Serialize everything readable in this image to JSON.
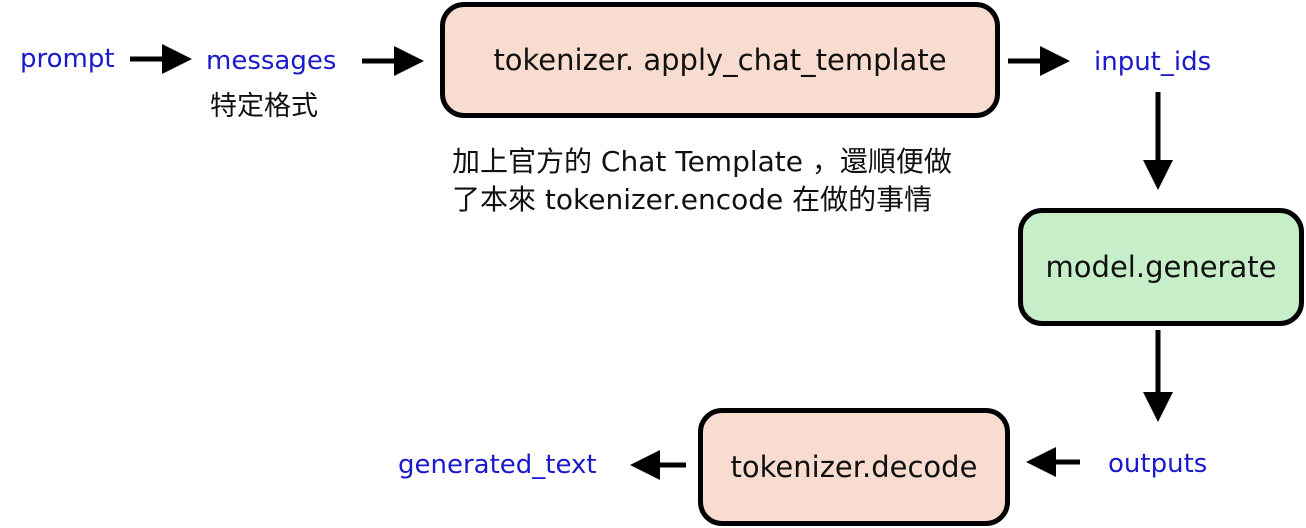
{
  "labels": {
    "prompt": "prompt",
    "messages": "messages",
    "input_ids": "input_ids",
    "outputs": "outputs",
    "generated_text": "generated_text"
  },
  "notes": {
    "messages_note": "特定格式",
    "template_note_line1": "加上官方的 Chat Template ，還順便做",
    "template_note_line2": "了本來 tokenizer.encode 在做的事情"
  },
  "boxes": {
    "apply_chat_template": "tokenizer. apply_chat_template",
    "model_generate": "model.generate",
    "decode": "tokenizer.decode"
  },
  "colors": {
    "label_text": "#1a1acc",
    "peach_box": "#f8dccf",
    "green_box": "#c6efc9",
    "border": "#000000"
  }
}
